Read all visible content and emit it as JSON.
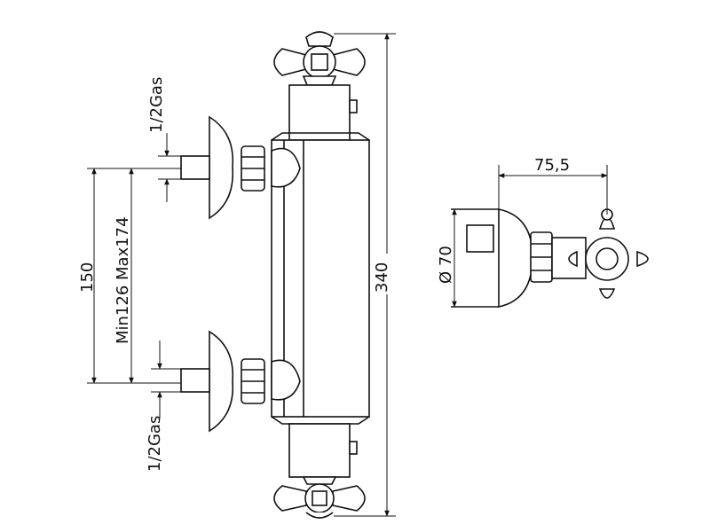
{
  "dimensions": {
    "gas_top": "1/2Gas",
    "gas_bottom": "1/2Gas",
    "height_total": "340",
    "centers_nominal": "150",
    "centers_range": "Min126  Max174",
    "depth": "75,5",
    "diameter": "Ø 70"
  }
}
